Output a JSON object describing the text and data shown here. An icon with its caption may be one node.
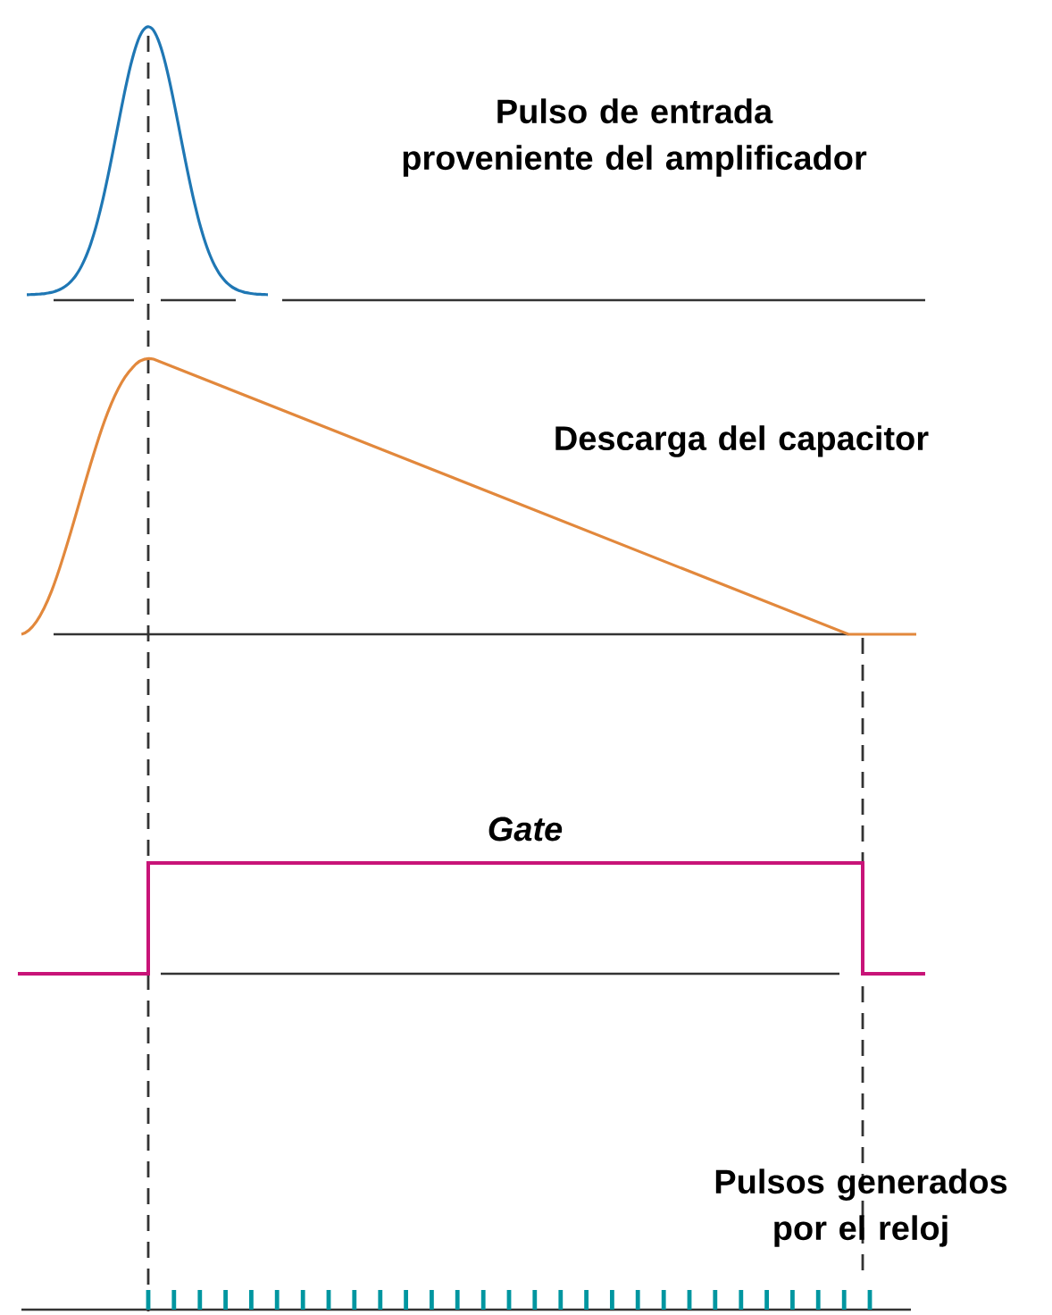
{
  "diagram": {
    "labels": [
      "Pulso de entrada proveniente del amplificador",
      "Descarga del capacitor",
      "Gate",
      "Pulsos generados por el reloj"
    ]
  }
}
